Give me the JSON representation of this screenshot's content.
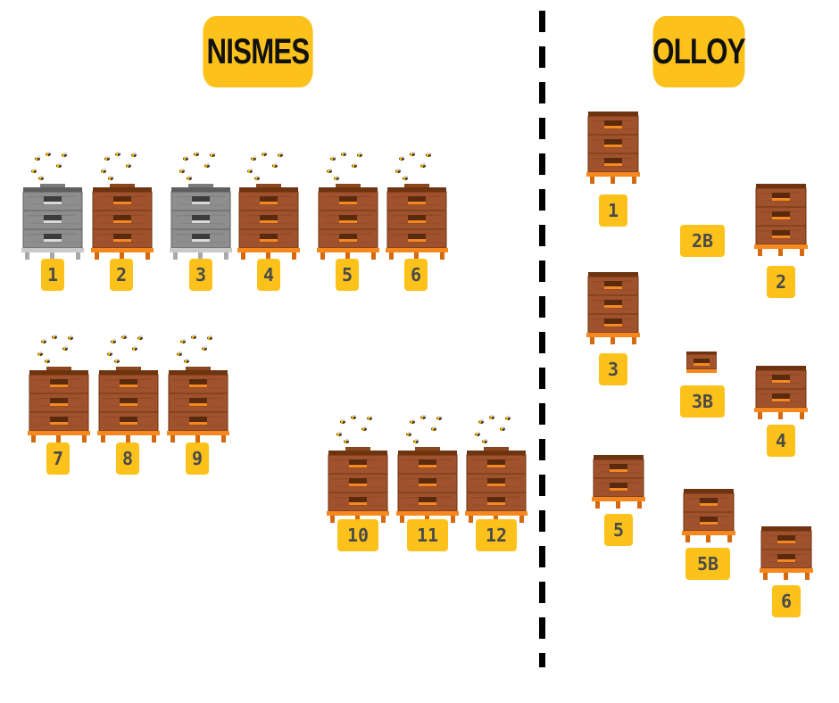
{
  "sites": [
    {
      "name": "NISMES"
    },
    {
      "name": "OLLOY"
    }
  ],
  "colors": {
    "label": "#fcc21b",
    "wood": "#a0522d",
    "gray": "#8e8e8e",
    "base": "#f5891f"
  },
  "nismes_hives": [
    {
      "label": "1",
      "color": "gray",
      "boxes": 3,
      "bees": true
    },
    {
      "label": "2",
      "color": "wood",
      "boxes": 3,
      "bees": true
    },
    {
      "label": "3",
      "color": "gray",
      "boxes": 3,
      "bees": true
    },
    {
      "label": "4",
      "color": "wood",
      "boxes": 3,
      "bees": true
    },
    {
      "label": "5",
      "color": "wood",
      "boxes": 3,
      "bees": true
    },
    {
      "label": "6",
      "color": "wood",
      "boxes": 3,
      "bees": true
    },
    {
      "label": "7",
      "color": "wood",
      "boxes": 3,
      "bees": true
    },
    {
      "label": "8",
      "color": "wood",
      "boxes": 3,
      "bees": true
    },
    {
      "label": "9",
      "color": "wood",
      "boxes": 3,
      "bees": true
    },
    {
      "label": "10",
      "color": "wood",
      "boxes": 3,
      "bees": true
    },
    {
      "label": "11",
      "color": "wood",
      "boxes": 3,
      "bees": true
    },
    {
      "label": "12",
      "color": "wood",
      "boxes": 3,
      "bees": true
    }
  ],
  "olloy_hives": [
    {
      "label": "1",
      "color": "wood",
      "boxes": 3
    },
    {
      "label": "2B",
      "color": "wood",
      "boxes": 0
    },
    {
      "label": "2",
      "color": "wood",
      "boxes": 3
    },
    {
      "label": "3",
      "color": "wood",
      "boxes": 3
    },
    {
      "label": "3B",
      "color": "wood",
      "boxes": 1,
      "nuc": true
    },
    {
      "label": "4",
      "color": "wood",
      "boxes": 2
    },
    {
      "label": "5",
      "color": "wood",
      "boxes": 2
    },
    {
      "label": "5B",
      "color": "wood",
      "boxes": 2
    },
    {
      "label": "6",
      "color": "wood",
      "boxes": 2
    }
  ]
}
